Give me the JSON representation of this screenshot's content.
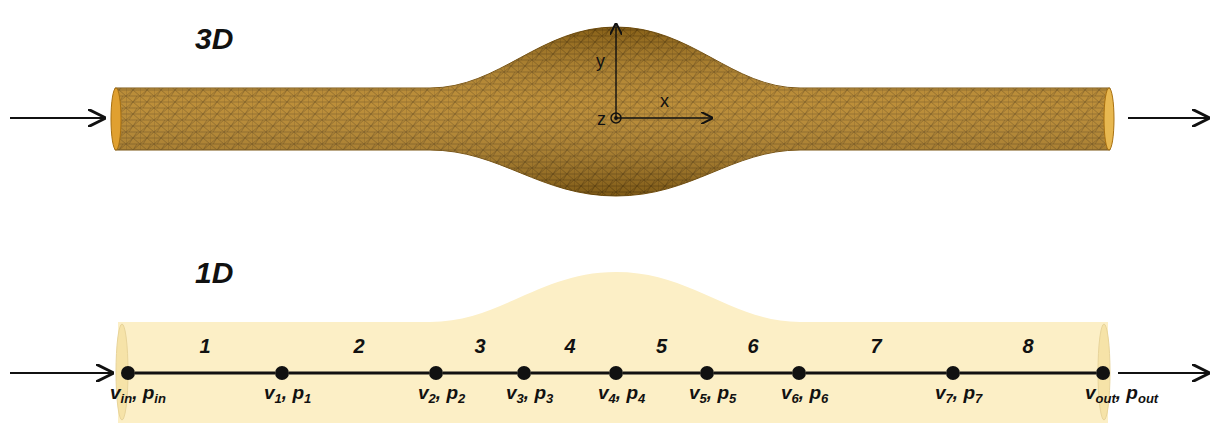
{
  "diagram": {
    "nodes": [
      {
        "text": [
          "vin, pin"
        ]
      },
      {
        "text": [
          "v1, p1"
        ]
      },
      {
        "text": [
          "v2, p2"
        ]
      },
      {
        "text": [
          "v3, p3"
        ]
      },
      {
        "text": [
          "v4, p4"
        ]
      },
      {
        "text": [
          "v5, p5"
        ]
      },
      {
        "text": [
          "v6, p6"
        ]
      },
      {
        "text": [
          "v7, p7"
        ]
      },
      {
        "text": [
          "vout, pout"
        ]
      }
    ],
    "edges": [
      {
        "from": 0,
        "to": 1,
        "arrow": "none",
        "label": "1"
      },
      {
        "from": 1,
        "to": 2,
        "arrow": "none",
        "label": "2"
      },
      {
        "from": 2,
        "to": 3,
        "arrow": "none",
        "label": "3"
      },
      {
        "from": 3,
        "to": 4,
        "arrow": "none",
        "label": "4"
      },
      {
        "from": 4,
        "to": 5,
        "arrow": "none",
        "label": "5"
      },
      {
        "from": 5,
        "to": 6,
        "arrow": "none",
        "label": "6"
      },
      {
        "from": 6,
        "to": 7,
        "arrow": "none",
        "label": "7"
      },
      {
        "from": 7,
        "to": 8,
        "arrow": "none",
        "label": "8"
      }
    ],
    "labels": [
      "3D",
      "1D",
      "y",
      "x",
      "z"
    ]
  }
}
